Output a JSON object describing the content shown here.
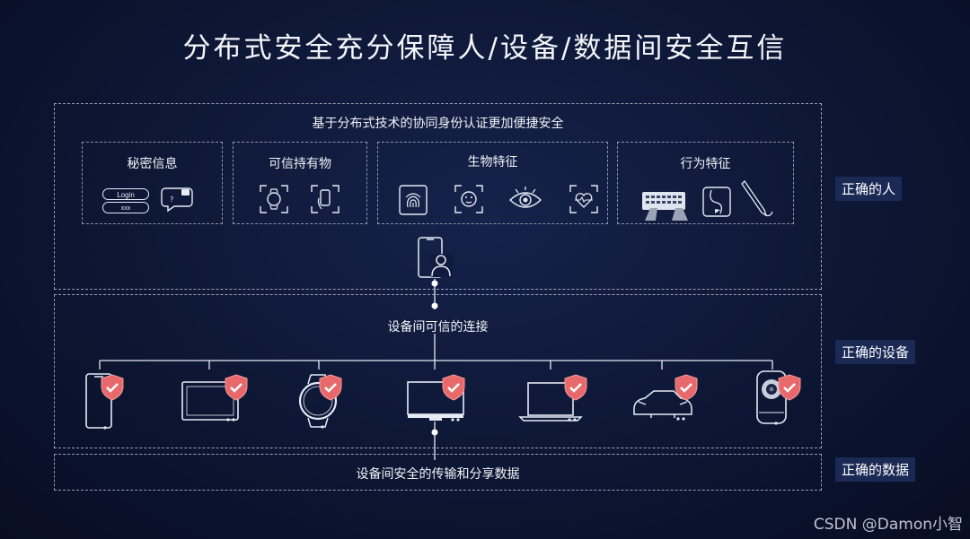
{
  "title": "分布式安全充分保障人/设备/数据间安全互信",
  "section_person": {
    "heading": "基于分布式技术的协同身份认证更加便捷安全",
    "groups": [
      {
        "label": "秘密信息",
        "icons": [
          "login-field",
          "password-field",
          "chat-lock-icon"
        ]
      },
      {
        "label": "可信持有物",
        "icons": [
          "watch-icon",
          "phone-hand-icon"
        ]
      },
      {
        "label": "生物特征",
        "icons": [
          "fingerprint-icon",
          "face-icon",
          "eye-icon",
          "heartbeat-icon"
        ]
      },
      {
        "label": "行为特征",
        "icons": [
          "keyboard-typing-icon",
          "gesture-icon",
          "stylus-icon"
        ]
      }
    ],
    "login_text": "Login",
    "password_text": "xxx"
  },
  "section_device": {
    "heading": "设备间可信的连接",
    "devices": [
      "phone",
      "tablet",
      "watch",
      "monitor",
      "laptop",
      "car",
      "camera"
    ],
    "badge": "shield-check-icon"
  },
  "section_data": {
    "heading": "设备间安全的传输和分享数据"
  },
  "side_labels": {
    "person": "正确的人",
    "device": "正确的设备",
    "data": "正确的数据"
  },
  "watermark": "CSDN @Damon小智",
  "colors": {
    "accent_shield": "#e8696b",
    "line": "#e6ebf5"
  }
}
